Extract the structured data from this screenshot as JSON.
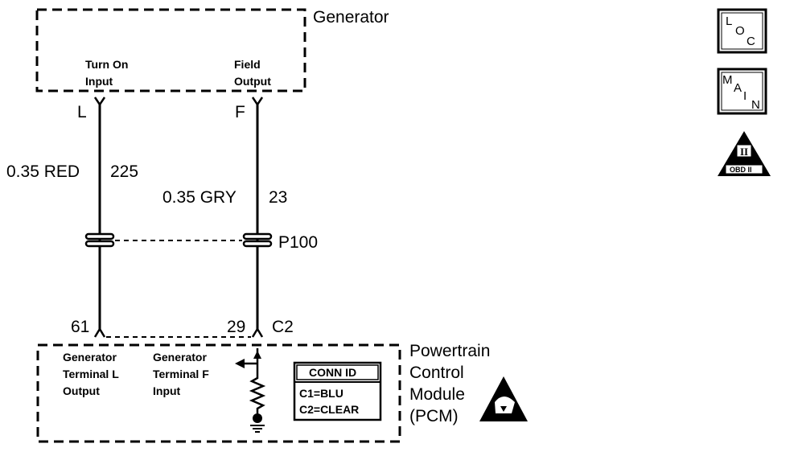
{
  "generator": {
    "title": "Generator",
    "pin_l_label_line1": "Turn On",
    "pin_l_label_line2": "Input",
    "pin_f_label_line1": "Field",
    "pin_f_label_line2": "Output",
    "pin_l": "L",
    "pin_f": "F"
  },
  "wires": {
    "left_gauge_color": "0.35 RED",
    "left_circuit": "225",
    "right_gauge_color": "0.35 GRY",
    "right_circuit": "23"
  },
  "connector": {
    "name": "P100"
  },
  "pcm": {
    "title_line1": "Powertrain",
    "title_line2": "Control",
    "title_line3": "Module",
    "title_line4": "(PCM)",
    "pin_left": "61",
    "pin_right": "29",
    "connector": "C2",
    "left_label_line1": "Generator",
    "left_label_line2": "Terminal L",
    "left_label_line3": "Output",
    "right_label_line1": "Generator",
    "right_label_line2": "Terminal F",
    "right_label_line3": "Input",
    "conn_id_title": "CONN ID",
    "conn_id_line1": "C1=BLU",
    "conn_id_line2": "C2=CLEAR"
  },
  "icons": {
    "loc": [
      "L",
      "O",
      "C"
    ],
    "main": [
      "M",
      "A",
      "I",
      "N"
    ],
    "obd_mark": "II",
    "obd_text": "OBD II"
  }
}
